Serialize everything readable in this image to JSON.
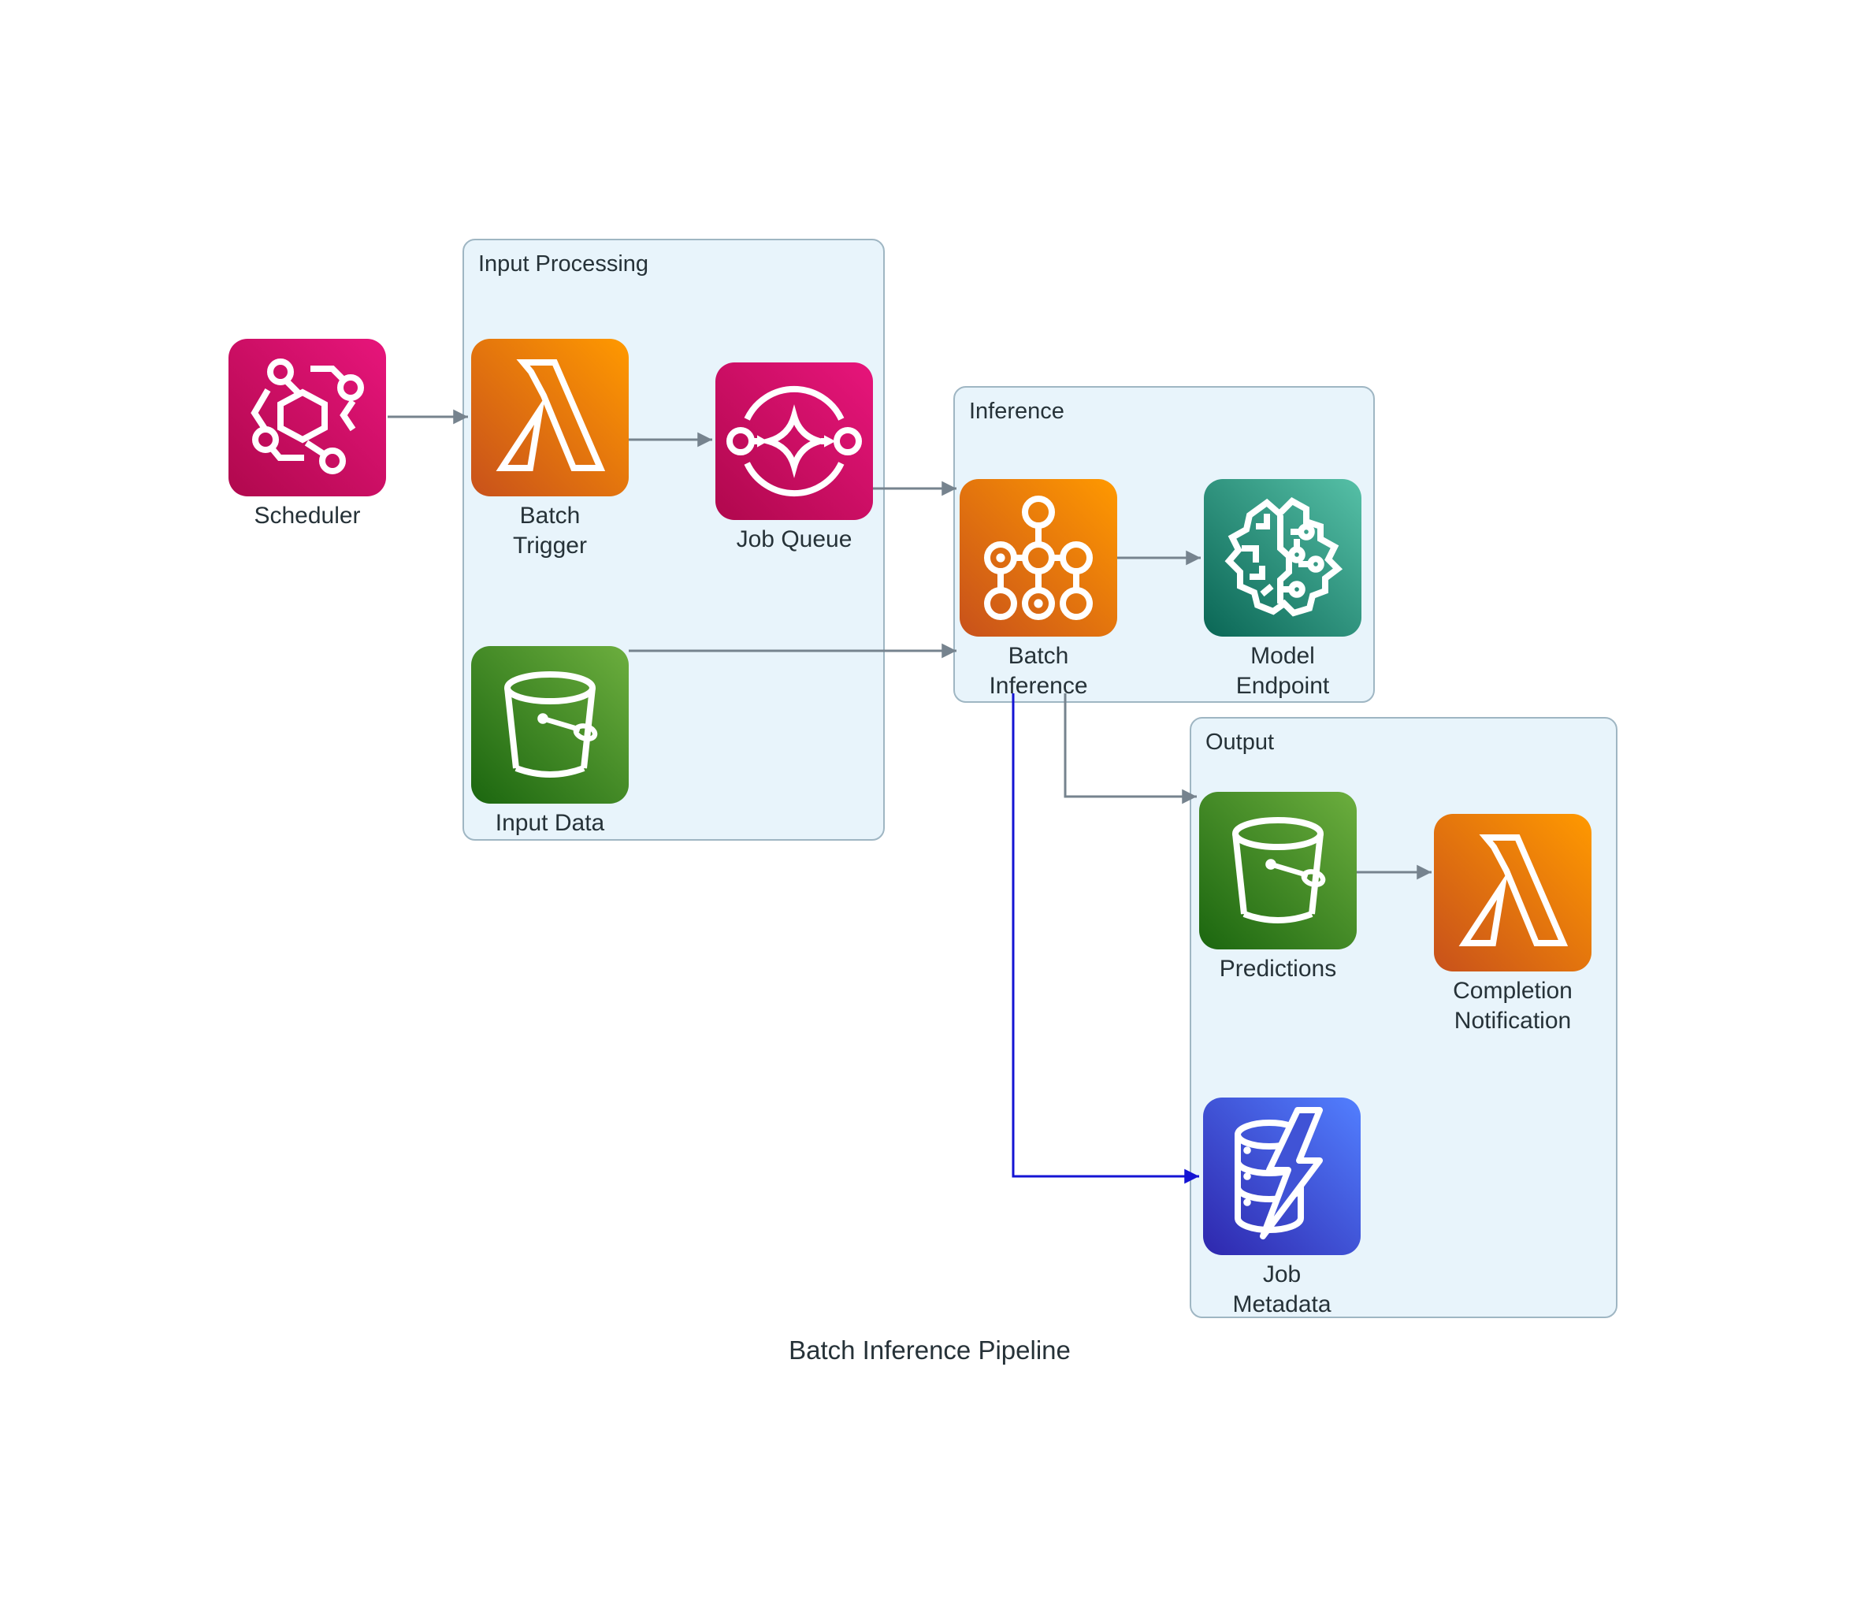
{
  "title": "Batch Inference Pipeline",
  "groups": {
    "input_processing": {
      "label": "Input Processing"
    },
    "inference": {
      "label": "Inference"
    },
    "output": {
      "label": "Output"
    }
  },
  "nodes": {
    "scheduler": {
      "label": "Scheduler",
      "icon": "eventbridge-scheduler",
      "palette": "pink"
    },
    "batch_trigger": {
      "label": "Batch\nTrigger",
      "icon": "lambda",
      "palette": "orange"
    },
    "job_queue": {
      "label": "Job Queue",
      "icon": "sqs-queue",
      "palette": "pink"
    },
    "input_data": {
      "label": "Input Data",
      "icon": "s3-bucket",
      "palette": "green"
    },
    "batch_inference": {
      "label": "Batch\nInference",
      "icon": "batch-tree",
      "palette": "orange"
    },
    "model_endpoint": {
      "label": "Model\nEndpoint",
      "icon": "sagemaker-brain",
      "palette": "teal"
    },
    "predictions": {
      "label": "Predictions",
      "icon": "s3-bucket",
      "palette": "green"
    },
    "completion_notification": {
      "label": "Completion\nNotification",
      "icon": "lambda",
      "palette": "orange"
    },
    "job_metadata": {
      "label": "Job\nMetadata",
      "icon": "dynamodb-lightning",
      "palette": "blue"
    }
  },
  "edges": [
    {
      "from": "scheduler",
      "to": "batch_trigger",
      "color": "gray"
    },
    {
      "from": "batch_trigger",
      "to": "job_queue",
      "color": "gray"
    },
    {
      "from": "job_queue",
      "to": "batch_inference",
      "color": "gray"
    },
    {
      "from": "input_data",
      "to": "batch_inference",
      "color": "gray"
    },
    {
      "from": "batch_inference",
      "to": "model_endpoint",
      "color": "gray"
    },
    {
      "from": "batch_inference",
      "to": "predictions",
      "color": "gray"
    },
    {
      "from": "batch_inference",
      "to": "job_metadata",
      "color": "blue"
    },
    {
      "from": "predictions",
      "to": "completion_notification",
      "color": "gray"
    }
  ],
  "colors": {
    "pink_dark": "#B0084D",
    "pink_light": "#E7157B",
    "orange_dark": "#C8511B",
    "orange_light": "#FF9900",
    "green_dark": "#1B660F",
    "green_light": "#6CAE3E",
    "teal_dark": "#0A6655",
    "teal_light": "#56C0A7",
    "blue_dark": "#2E27AD",
    "blue_light": "#527FFF",
    "group_fill": "#E8F4FB",
    "group_border": "#9FB6C3",
    "edge_gray": "#76838E",
    "edge_blue": "#1414D4",
    "text": "#263238"
  }
}
